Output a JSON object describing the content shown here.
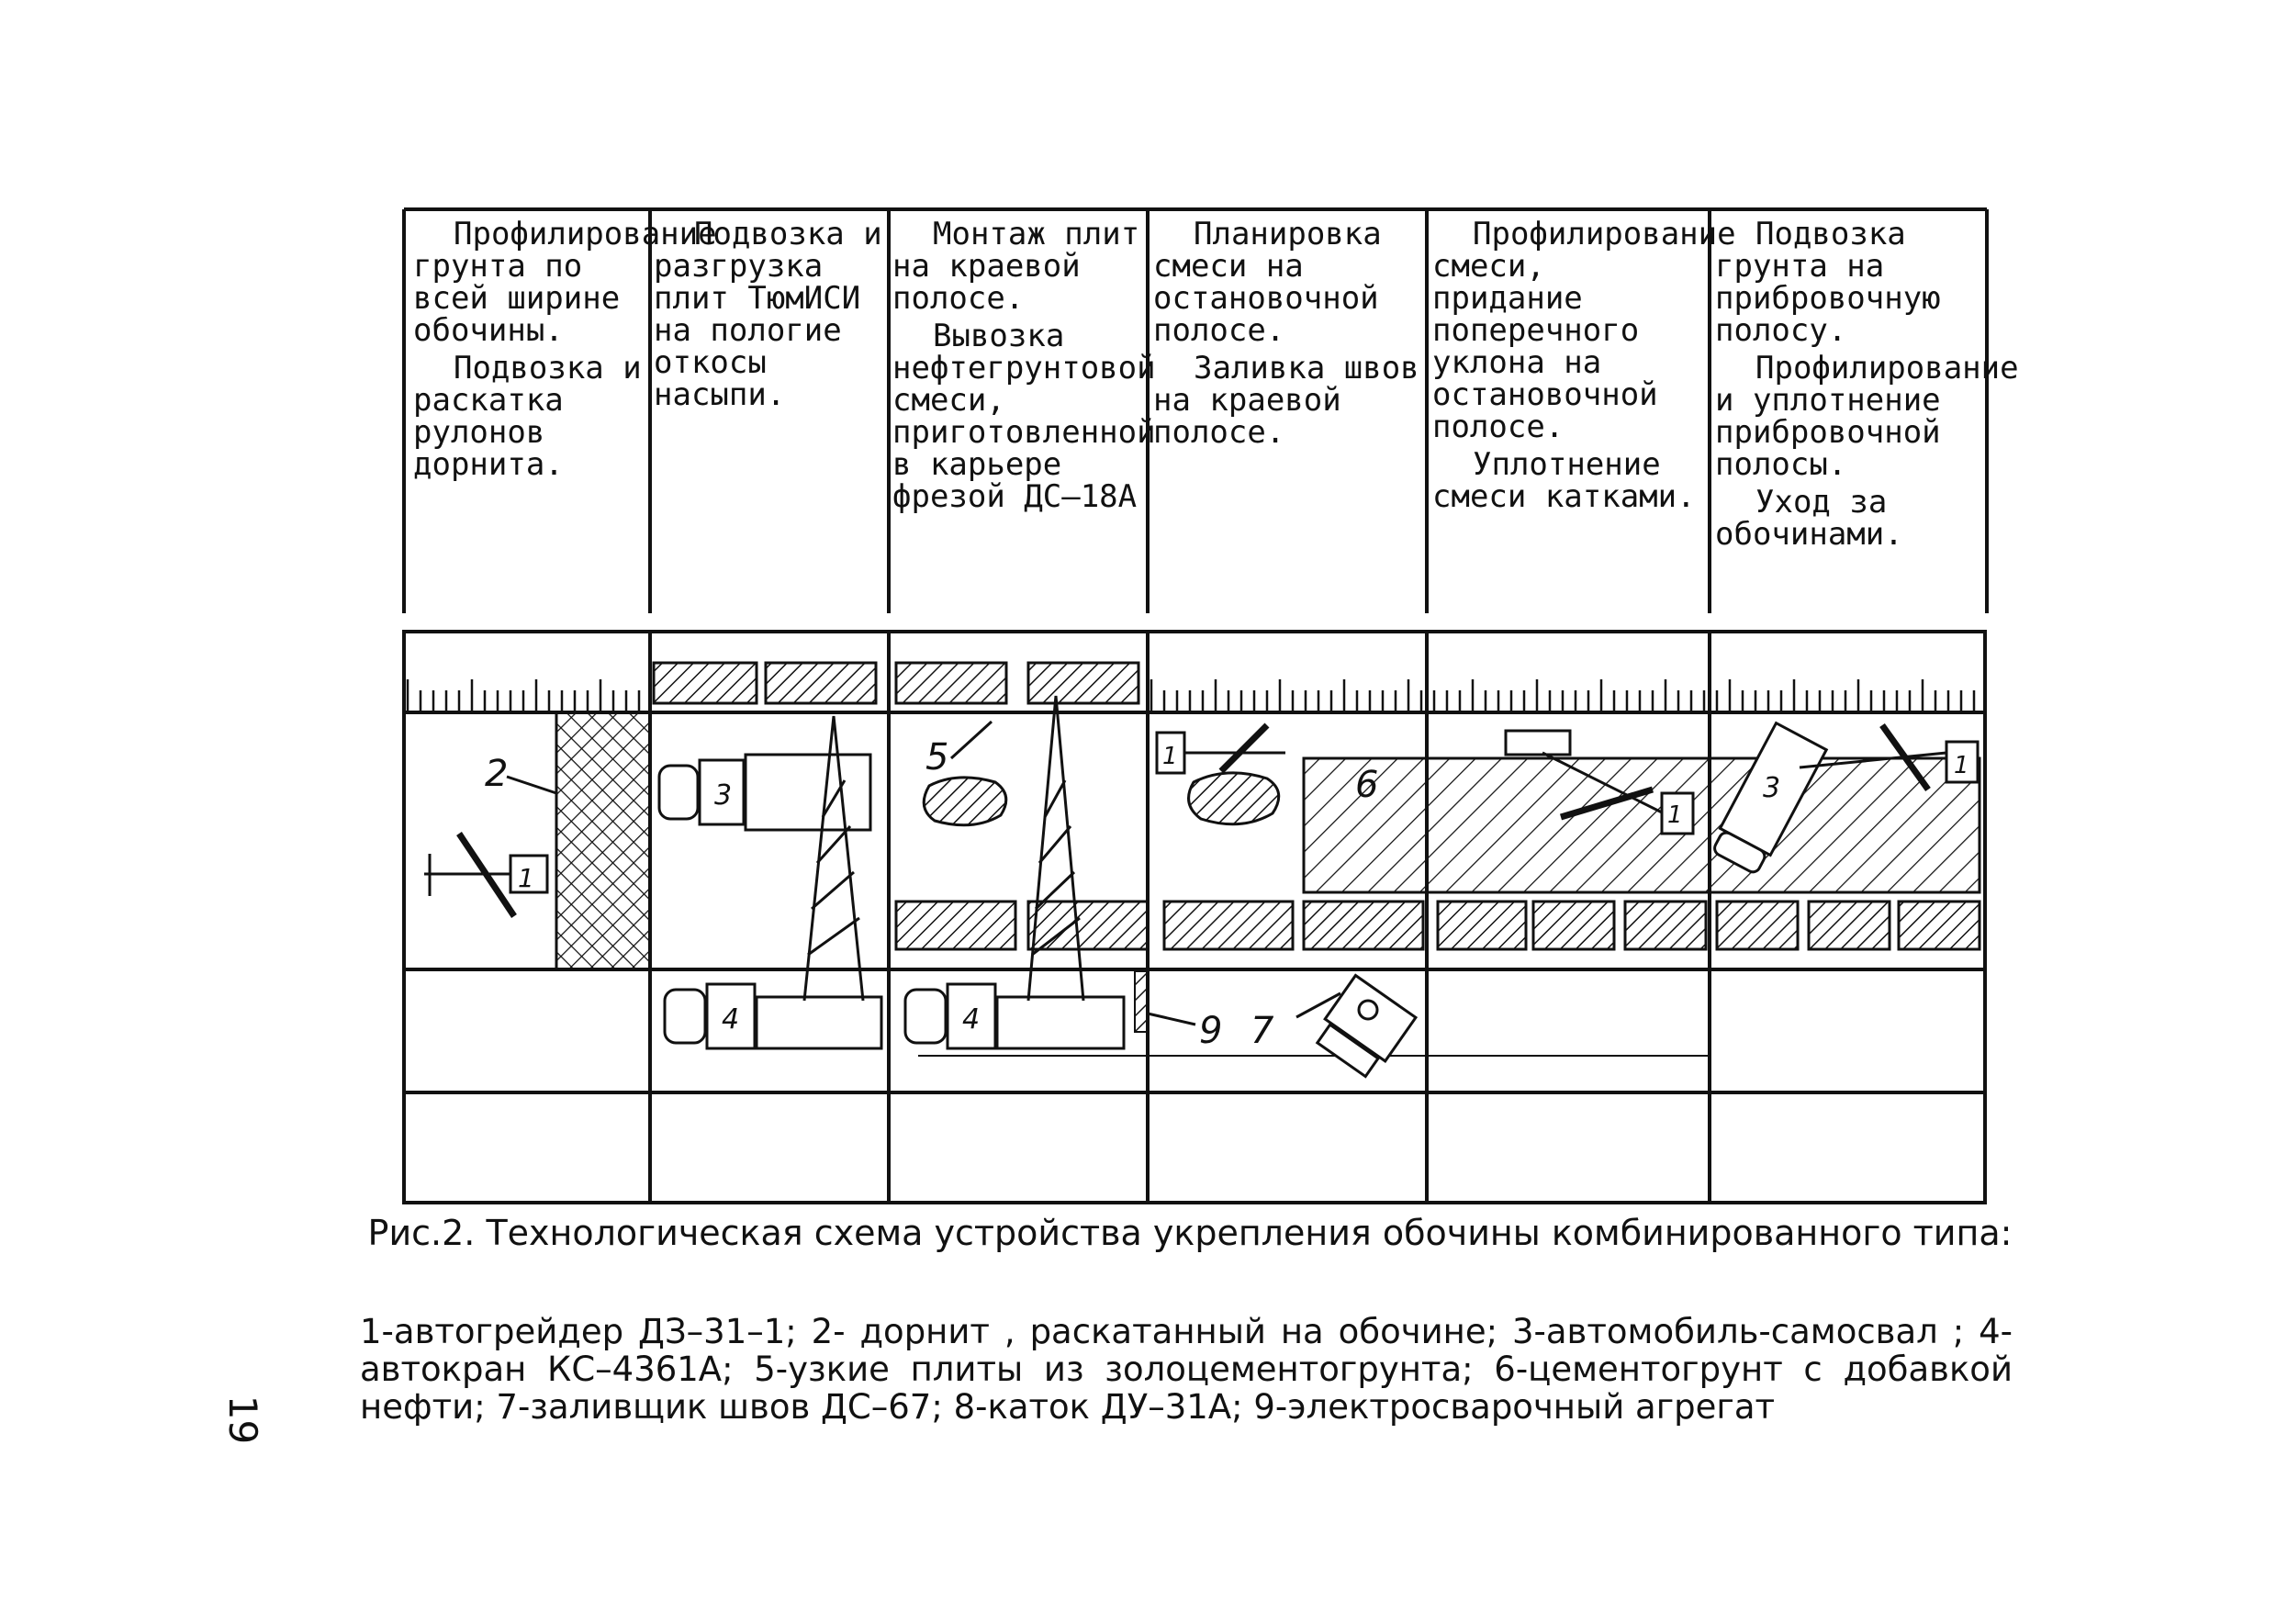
{
  "stages": [
    {
      "id": "stage1",
      "paragraphs": [
        "Профилирование грунта по всей ширине обочины.",
        "Подвозка и раскатка рулонов дорнита."
      ]
    },
    {
      "id": "stage2",
      "paragraphs": [
        "Подвозка и разгрузка плит ТюмИСИ на пологие откосы насыпи."
      ]
    },
    {
      "id": "stage3",
      "paragraphs": [
        "Монтаж плит на краевой полосе.",
        "Вывозка нефтегрунтовой смеси, приготовленной в карьере фрезой ДС–18А"
      ]
    },
    {
      "id": "stage4",
      "paragraphs": [
        "Планировка смеси на остановочной полосе.",
        "Заливка швов на краевой полосе."
      ]
    },
    {
      "id": "stage5",
      "paragraphs": [
        "Профилирование смеси, придание поперечного уклона на остановочной полосе.",
        "Уплотнение смеси катками."
      ]
    },
    {
      "id": "stage6",
      "paragraphs": [
        "Подвозка грунта на прибровочную полосу.",
        "Профилирование и уплотнение прибровочной полосы.",
        "Уход за обочинами."
      ]
    }
  ],
  "machine_labels": {
    "m1a": "1",
    "m1b": "1",
    "m1c": "1",
    "m1d": "1",
    "m2": "2",
    "m3a": "3",
    "m3b": "3",
    "m4a": "4",
    "m4b": "4",
    "m5": "5",
    "m6": "6",
    "m7": "7",
    "m9": "9"
  },
  "caption": {
    "title": "Рис.2. Технологическая схема устройства укрепления обочины комбинированного типа:",
    "legend": "1-автогрейдер ДЗ–31–1; 2- дорнит , раскатанный на обочине; 3-автомобиль-самосвал ; 4-автокран КС–4361А; 5-узкие плиты из золоцементогрунта; 6-цементогрунт с добавкой нефти; 7-заливщик швов ДС–67; 8-каток ДУ–31А; 9-электросварочный агрегат"
  },
  "page_number": "19"
}
